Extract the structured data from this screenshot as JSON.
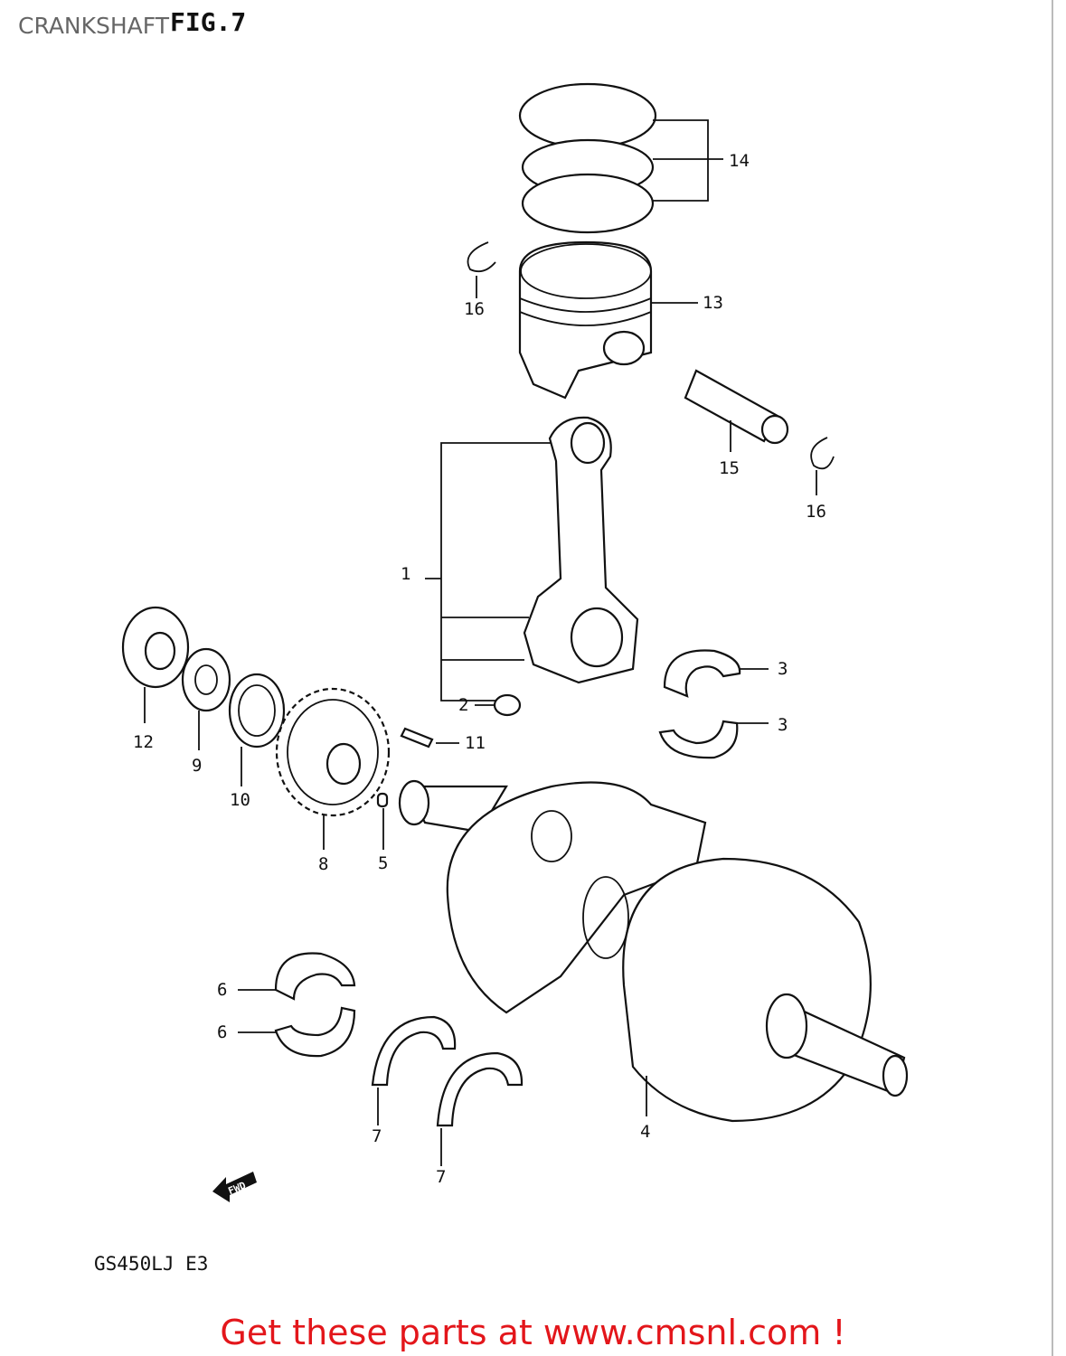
{
  "header": {
    "title": "CRANKSHAFT",
    "figure": "FIG.7"
  },
  "diagram": {
    "callouts": [
      "1",
      "2",
      "3",
      "3",
      "4",
      "5",
      "6",
      "6",
      "7",
      "7",
      "8",
      "9",
      "10",
      "11",
      "12",
      "13",
      "14",
      "15",
      "16",
      "16"
    ],
    "fwd_label": "FWD",
    "model_code": "GS450LJ E3"
  },
  "footer": {
    "banner": "Get these parts at www.cmsnl.com !",
    "color": "#e3161b"
  }
}
